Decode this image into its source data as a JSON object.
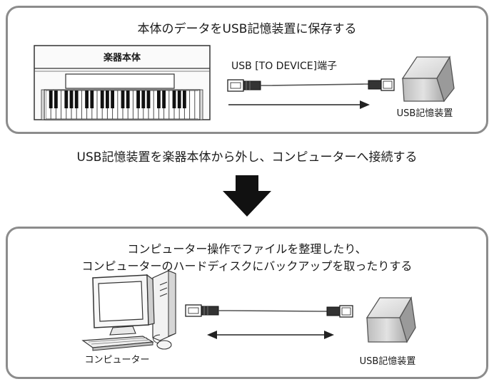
{
  "top_panel": {
    "heading": "本体のデータをUSB記憶装置に保存する",
    "instrument_label": "楽器本体",
    "port_label": "USB [TO DEVICE]端子",
    "device_label": "USB記憶装置"
  },
  "transition": {
    "caption": "USB記憶装置を楽器本体から外し、コンピューターへ接続する"
  },
  "bottom_panel": {
    "heading_line1": "コンピューター操作でファイルを整理したり、",
    "heading_line2": "コンピューターのハードディスクにバックアップを取ったりする",
    "computer_label": "コンピューター",
    "device_label": "USB記憶装置"
  }
}
